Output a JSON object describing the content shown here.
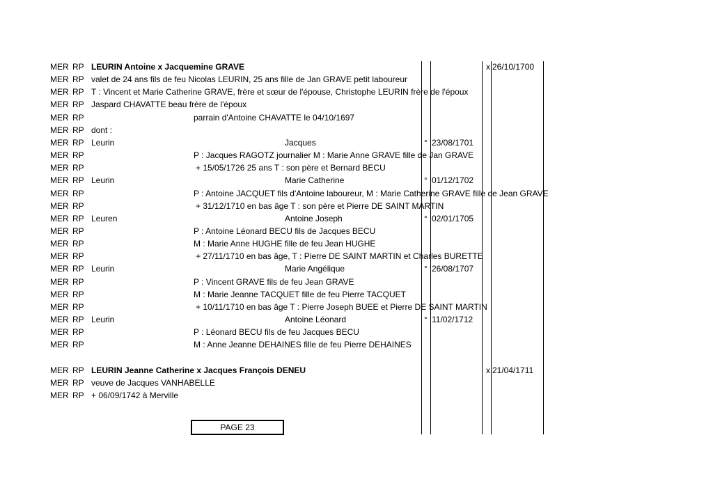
{
  "rows": [
    {
      "mer": "MER",
      "rp": "RP",
      "text": "LEURIN Antoine x Jacquemine GRAVE",
      "style": "bold",
      "x": "x",
      "date2": "26/10/1700"
    },
    {
      "mer": "MER",
      "rp": "RP",
      "text": "valet de 24 ans fils de feu Nicolas LEURIN, 25 ans fille de Jan GRAVE petit laboureur"
    },
    {
      "mer": "MER",
      "rp": "RP",
      "text": "T : Vincent et Marie Catherine GRAVE, frère et sœur de l'épouse, Christophe LEURIN frère de l'époux"
    },
    {
      "mer": "MER",
      "rp": "RP",
      "text": "Jaspard CHAVATTE beau frère de l'époux"
    },
    {
      "mer": "MER",
      "rp": "RP",
      "mid": "parrain d'Antoine CHAVATTE le 04/10/1697"
    },
    {
      "mer": "MER",
      "rp": "RP",
      "text": "dont :"
    },
    {
      "mer": "MER",
      "rp": "RP",
      "text": "Leurin",
      "child": "Jacques",
      "deg": "°",
      "date1": "23/08/1701"
    },
    {
      "mer": "MER",
      "rp": "RP",
      "mid": "P : Jacques RAGOTZ journalier M : Marie Anne GRAVE fille de Jan GRAVE"
    },
    {
      "mer": "MER",
      "rp": "RP",
      "mid2": "+ 15/05/1726 25 ans T : son père et Bernard BECU"
    },
    {
      "mer": "MER",
      "rp": "RP",
      "text": "Leurin",
      "child": "Marie Catherine",
      "deg": "°",
      "date1": "01/12/1702"
    },
    {
      "mer": "MER",
      "rp": "RP",
      "mid": "P : Antoine JACQUET fils d'Antoine laboureur, M : Marie Catherine GRAVE fille de Jean GRAVE"
    },
    {
      "mer": "MER",
      "rp": "RP",
      "mid2": "+ 31/12/1710 en bas âge T : son père et Pierre DE SAINT MARTIN"
    },
    {
      "mer": "MER",
      "rp": "RP",
      "text": "Leuren",
      "child": "Antoine Joseph",
      "deg": "°",
      "date1": "02/01/1705"
    },
    {
      "mer": "MER",
      "rp": "RP",
      "mid": "P : Antoine Léonard BECU fils de Jacques BECU"
    },
    {
      "mer": "MER",
      "rp": "RP",
      "mid": "M : Marie Anne HUGHE fille de feu Jean HUGHE"
    },
    {
      "mer": "MER",
      "rp": "RP",
      "mid2": "+ 27/11/1710 en bas âge, T : Pierre DE SAINT MARTIN et Charles BURETTE"
    },
    {
      "mer": "MER",
      "rp": "RP",
      "text": "Leurin",
      "child": "Marie Angélique",
      "deg": "°",
      "date1": "26/08/1707"
    },
    {
      "mer": "MER",
      "rp": "RP",
      "mid": "P : Vincent GRAVE fils de feu Jean GRAVE"
    },
    {
      "mer": "MER",
      "rp": "RP",
      "mid": "M : Marie Jeanne TACQUET fille de feu Pierre TACQUET"
    },
    {
      "mer": "MER",
      "rp": "RP",
      "mid2": "+ 10/11/1710 en bas âge T : Pierre Joseph BUEE et Pierre DE SAINT MARTIN"
    },
    {
      "mer": "MER",
      "rp": "RP",
      "text": "Leurin",
      "child": "Antoine Léonard",
      "deg": "°",
      "date1": "11/02/1712"
    },
    {
      "mer": "MER",
      "rp": "RP",
      "mid": "P : Léonard BECU fils de feu Jacques BECU"
    },
    {
      "mer": "MER",
      "rp": "RP",
      "mid": "M : Anne Jeanne DEHAINES fille de feu Pierre DEHAINES"
    },
    {
      "blank": true
    },
    {
      "mer": "MER",
      "rp": "RP",
      "text": "LEURIN Jeanne Catherine x Jacques François DENEU",
      "style": "bold",
      "x": "x",
      "date2": "21/04/1711"
    },
    {
      "mer": "MER",
      "rp": "RP",
      "text": "veuve de Jacques VANHABELLE"
    },
    {
      "mer": "MER",
      "rp": "RP",
      "text": " + 06/09/1742 à Merville"
    }
  ],
  "footer": {
    "page_label": "PAGE 23"
  }
}
